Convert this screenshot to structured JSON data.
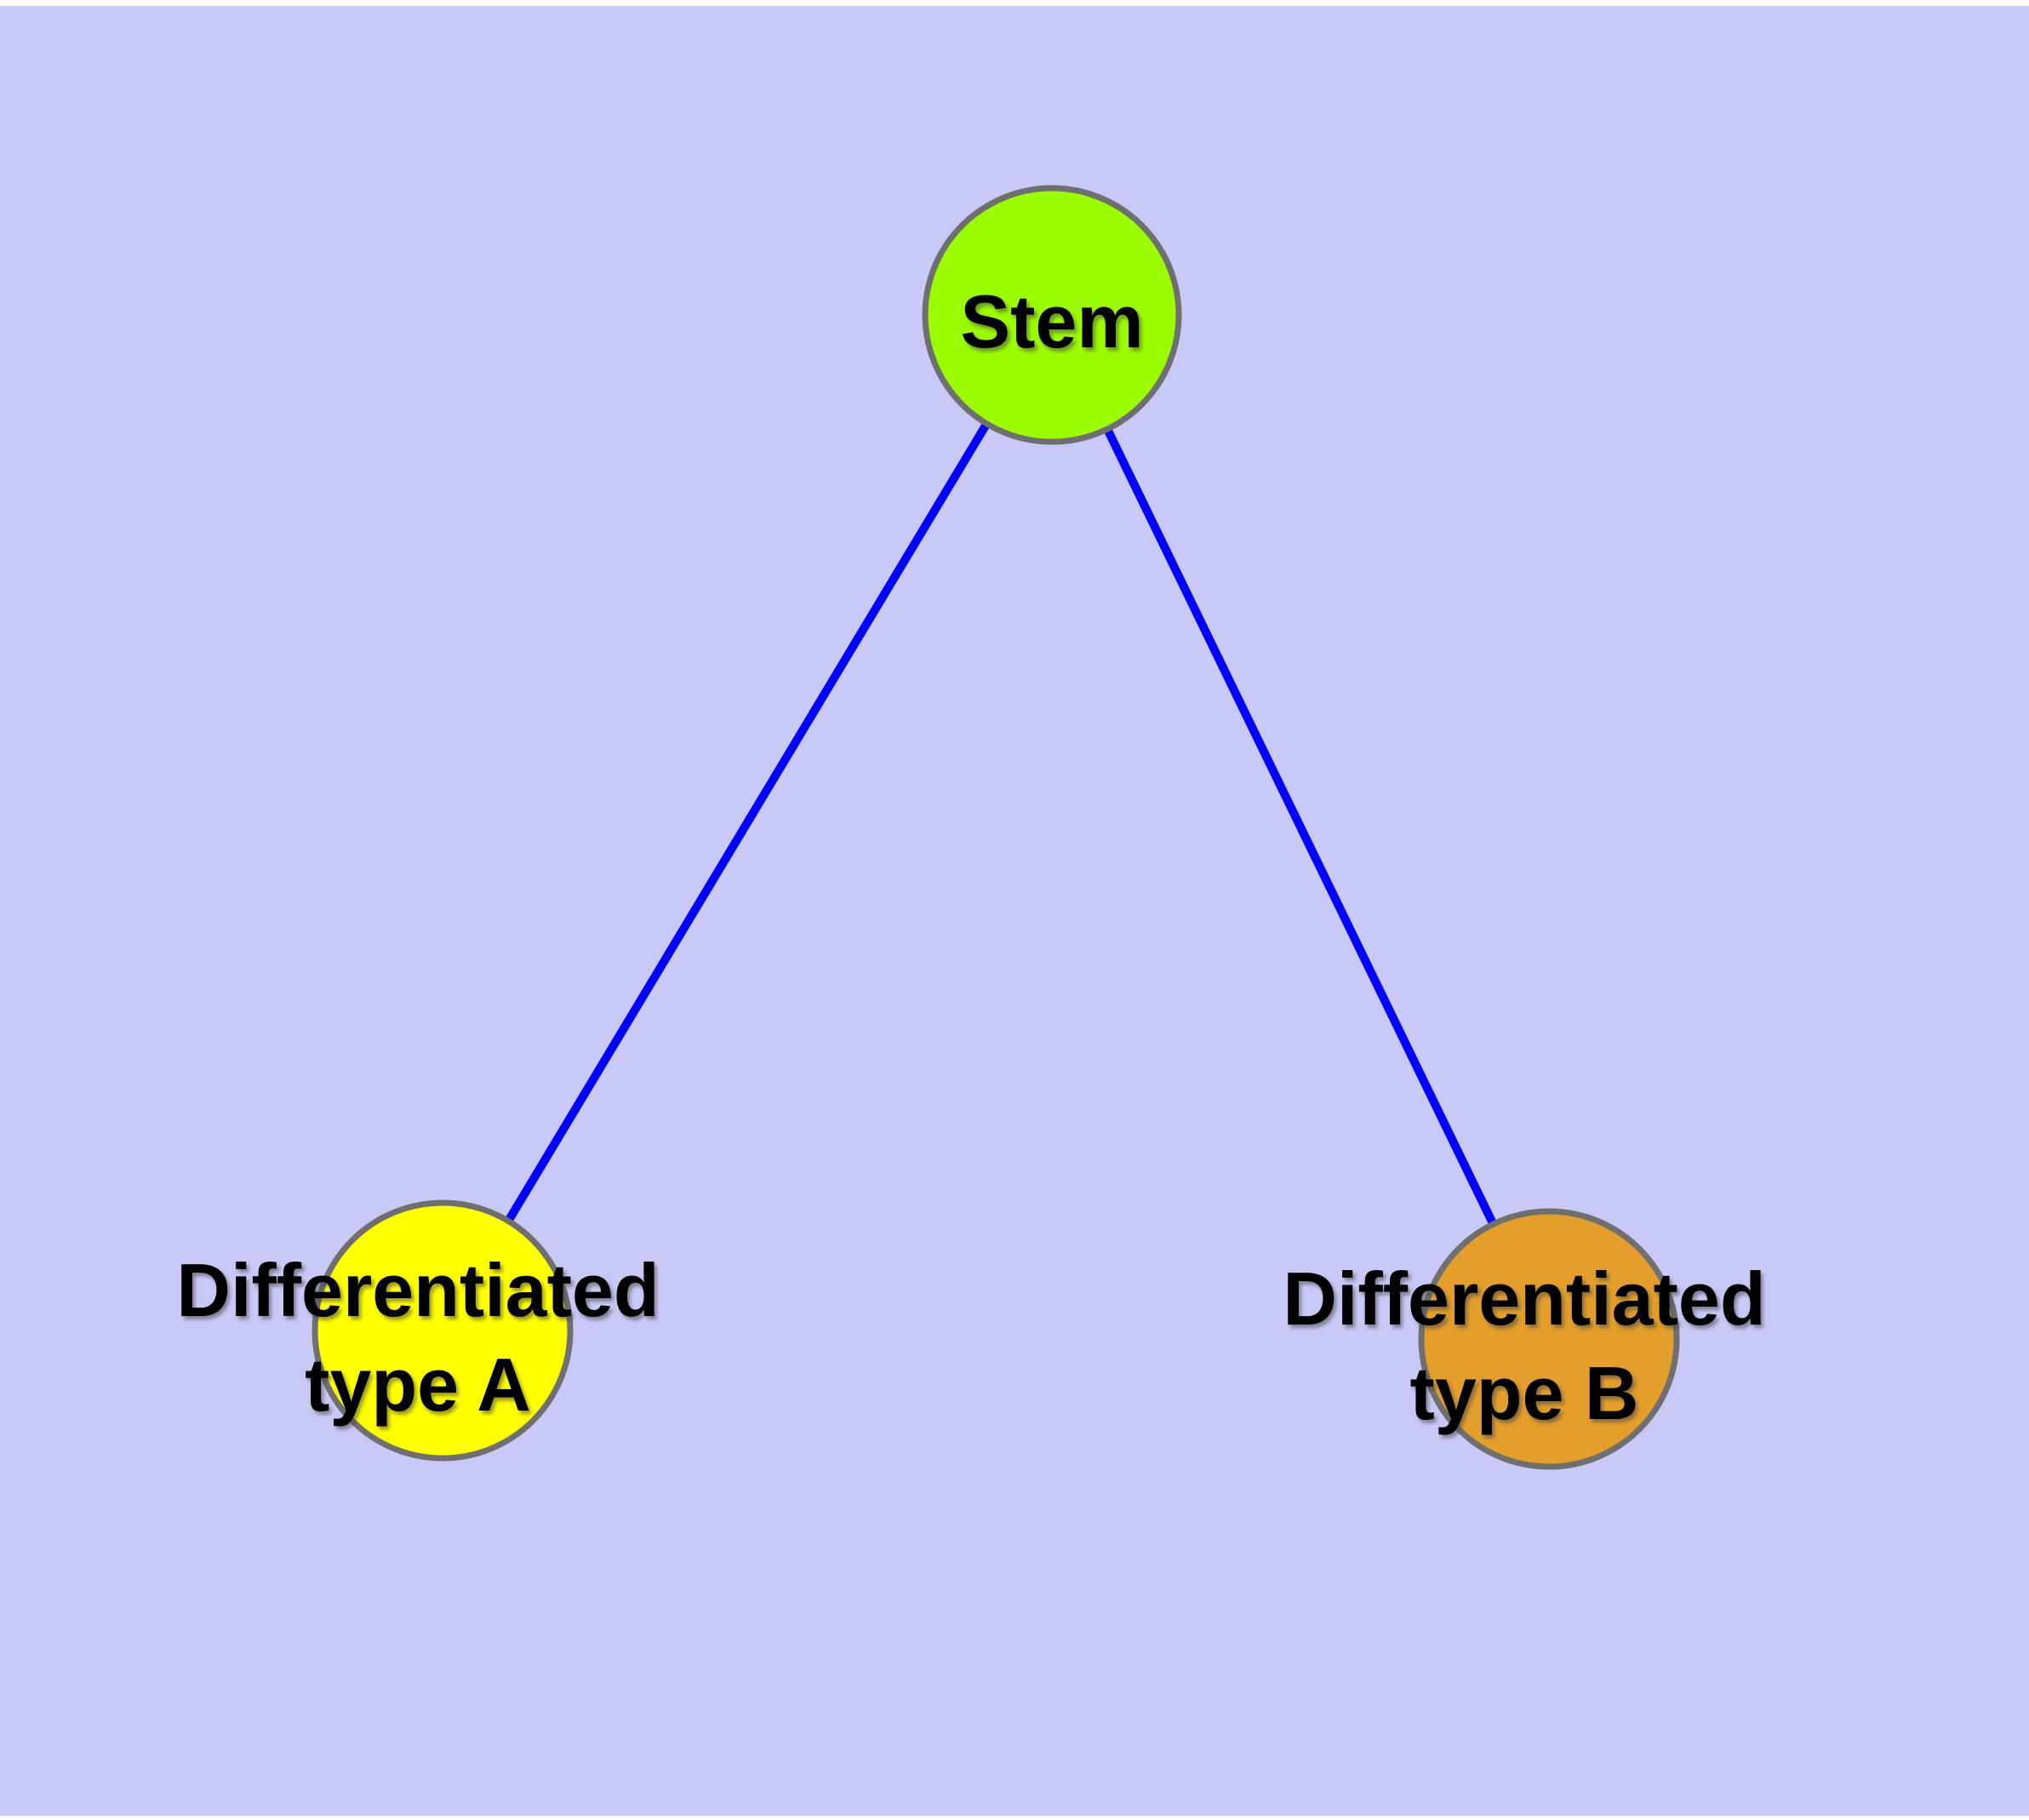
{
  "diagram": {
    "type": "graph",
    "colors": {
      "background": "#FFFFFF",
      "panel": "#C9C9F8",
      "edge": "#0000FF",
      "node_border": "#6F6F6F",
      "label": "#000000"
    },
    "nodes": [
      {
        "id": "stem",
        "label": "Stem",
        "fill": "#9BFB00"
      },
      {
        "id": "differentiated-type-a",
        "label_line1": "Differentiated",
        "label_line2": "type A",
        "fill": "#FFFF00"
      },
      {
        "id": "differentiated-type-b",
        "label_line1": "Differentiated",
        "label_line2": "type B",
        "fill": "#E49E2B"
      }
    ],
    "edges": [
      {
        "from": "Stem",
        "to": "Differentiated type A"
      },
      {
        "from": "Stem",
        "to": "Differentiated type B"
      }
    ]
  }
}
